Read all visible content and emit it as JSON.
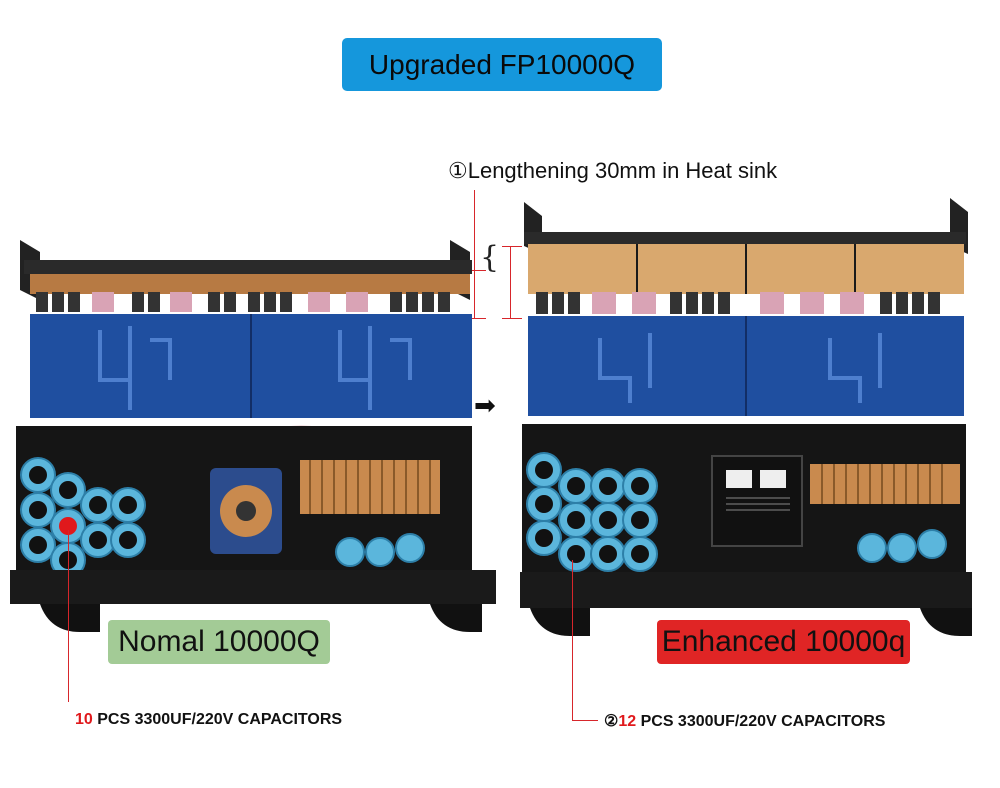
{
  "title": "Upgraded FP10000Q",
  "heat_sink_note": "①Lengthening 30mm in Heat sink",
  "left_product": {
    "label": "Nomal 10000Q",
    "capacitor_count": "10",
    "capacitor_spec": " PCS 3300UF/220V CAPACITORS"
  },
  "right_product": {
    "label": "Enhanced 10000q",
    "marker": "②",
    "capacitor_count": "12",
    "capacitor_spec": " PCS 3300UF/220V CAPACITORS"
  },
  "colors": {
    "title_bg": "#1597dc",
    "normal_bg": "#a3cb96",
    "enhanced_bg": "#e02525",
    "annotation_red": "#d7262b",
    "board_blue": "#1f4fa0",
    "capacitor_blue": "#5bb6dc",
    "heatsink_copper": "#c98a4e"
  }
}
